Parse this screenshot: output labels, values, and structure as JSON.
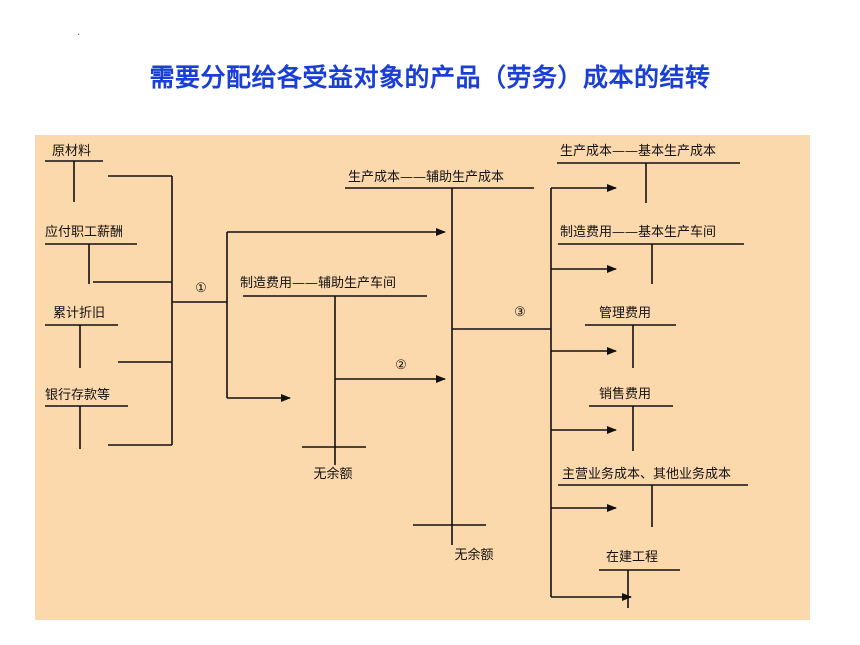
{
  "title": "需要分配给各受益对象的产品（劳务）成本的结转",
  "colors": {
    "title": "#1a3fd6",
    "panel": "#fcd8ad",
    "line": "#111111"
  },
  "sources": [
    "原材料",
    "应付职工薪酬",
    "累计折旧",
    "银行存款等"
  ],
  "aux_production": "生产成本——辅助生产成本",
  "aux_overhead": "制造费用——辅助生产车间",
  "no_balance": "无余额",
  "steps": [
    "①",
    "②",
    "③"
  ],
  "targets": [
    "生产成本——基本生产成本",
    "制造费用——基本生产车间",
    "管理费用",
    "销售费用",
    "主营业务成本、其他业务成本",
    "在建工程"
  ]
}
